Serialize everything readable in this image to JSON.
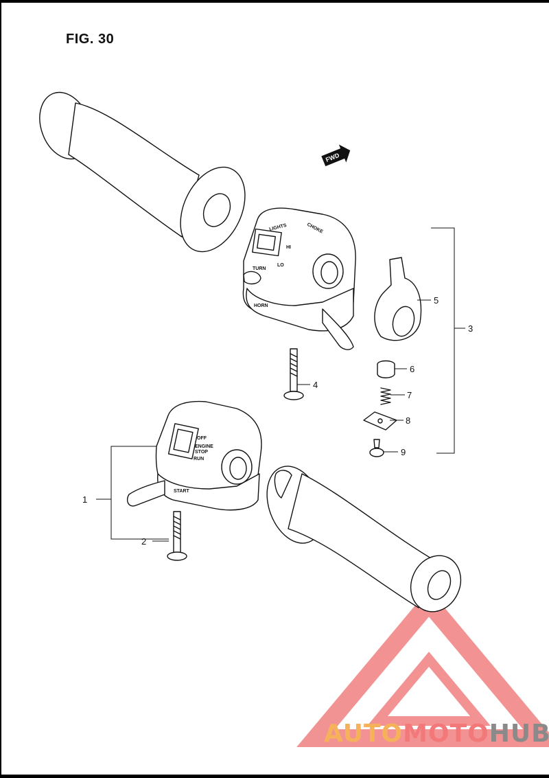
{
  "figure": {
    "title": "FIG. 30"
  },
  "labels": {
    "fwd": "FWD",
    "lights": "LIGHTS",
    "choke": "CHOKE",
    "hi": "HI",
    "lo": "LO",
    "turn": "TURN",
    "horn": "HORN",
    "off": "OFF",
    "engine": "ENGINE",
    "stop": "STOP",
    "run": "RUN",
    "start": "START"
  },
  "callouts": [
    "1",
    "2",
    "3",
    "4",
    "5",
    "6",
    "7",
    "8",
    "9"
  ],
  "watermark": {
    "part1": "AUTO",
    "part2": "MOTO",
    "part3": "HUB",
    "colors": {
      "auto": "#f6b25a",
      "moto": "#f3787a",
      "hub": "#8a8a8a",
      "logo": "#f08080"
    }
  }
}
